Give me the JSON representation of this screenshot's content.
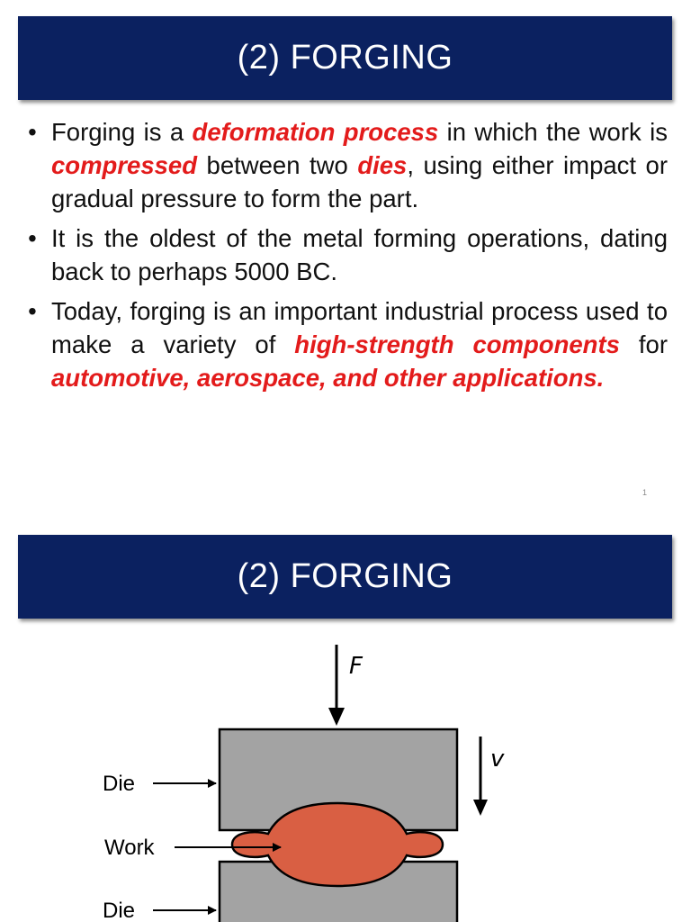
{
  "slides": [
    {
      "title": "(2) FORGING",
      "bullets": [
        [
          {
            "t": "Forging is a "
          },
          {
            "t": "deformation process",
            "hl": true
          },
          {
            "t": " in which the work is "
          },
          {
            "t": "compressed",
            "hl": true
          },
          {
            "t": " between two "
          },
          {
            "t": "dies",
            "hl": true
          },
          {
            "t": ", using either impact or gradual pressure to form the part."
          }
        ],
        [
          {
            "t": "It is the oldest of the metal forming operations, dating back to perhaps 5000 BC."
          }
        ],
        [
          {
            "t": " Today, forging is an important industrial process used to make a variety of "
          },
          {
            "t": "high-strength components",
            "hl": true
          },
          {
            "t": " for "
          },
          {
            "t": "automotive, aerospace, and other applications.",
            "hl": true
          }
        ]
      ],
      "page_number": "1"
    },
    {
      "title": "(2) FORGING",
      "diagram": {
        "force_label": "F",
        "velocity_label": "v",
        "labels": {
          "die_top": "Die",
          "work": "Work",
          "die_bottom": "Die"
        }
      }
    }
  ],
  "colors": {
    "banner": "#0b2160",
    "highlight": "#e31b1b",
    "die": "#a3a3a3",
    "work": "#d95f43"
  }
}
